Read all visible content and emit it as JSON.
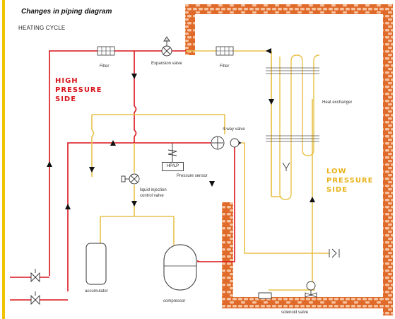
{
  "title": "Changes in piping diagram",
  "subtitle": "HEATING CYCLE",
  "high_pressure_label": [
    "HIGH",
    "PRESSURE",
    "SIDE"
  ],
  "low_pressure_label": [
    "LOW",
    "PRESSURE",
    "SIDE"
  ],
  "components": {
    "filter_left": "Filter",
    "expansion_valve": "Expansion valve",
    "filter_right": "Filter",
    "heat_exchanger": "Heat exchanger",
    "four_way_valve": "4-way valve",
    "pressure_sensor_box": "HP/LP",
    "pressure_sensor": "Pressure sensor",
    "liquid_injection_valve": [
      "liquid injection",
      "control valve"
    ],
    "accumulator": "accumulator",
    "compressor": "compressor",
    "solenoid_valve": "solenoid valve"
  },
  "colors": {
    "high_pressure": "#d8141a",
    "low_pressure": "#e8c24a",
    "brick": "#e06a2a",
    "piping": "#333333"
  }
}
